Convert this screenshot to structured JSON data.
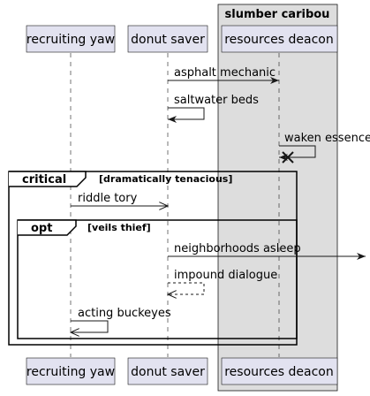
{
  "colors": {
    "participant_fill": "#e2e2f0",
    "participant_stroke": "#181818",
    "box_fill": "#dddddd",
    "line": "#181818"
  },
  "box": {
    "title": "slumber caribou"
  },
  "participants": {
    "p1": "recruiting yaw",
    "p2": "donut saver",
    "p3": "resources deacon"
  },
  "messages": {
    "m1": "asphalt mechanic",
    "m2": "saltwater beds",
    "m3": "waken essence",
    "m4": "riddle tory",
    "m5": "neighborhoods asleep",
    "m6": "impound dialogue",
    "m7": "acting buckeyes"
  },
  "fragments": {
    "critical": {
      "keyword": "critical",
      "condition": "[dramatically tenacious]"
    },
    "opt": {
      "keyword": "opt",
      "condition": "[veils thief]"
    }
  }
}
